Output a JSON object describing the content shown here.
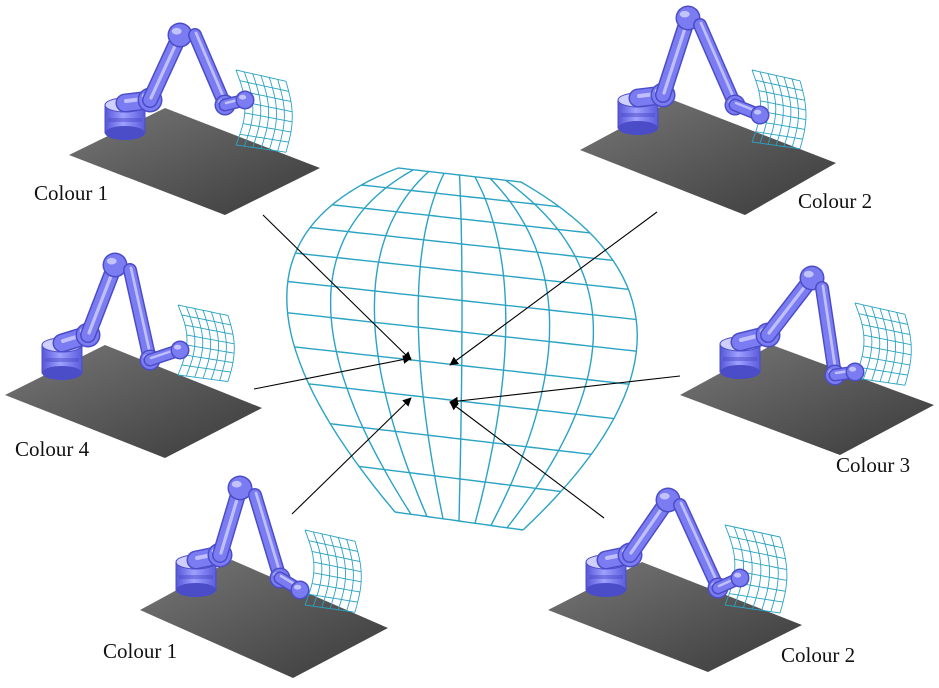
{
  "labels": {
    "top_left": "Colour 1",
    "top_right": "Colour 2",
    "mid_left": "Colour 4",
    "mid_right": "Colour 3",
    "bottom_left": "Colour 1",
    "bottom_right": "Colour 2"
  },
  "colors": {
    "robot_body": "#7b7cf2",
    "robot_highlight": "#cfd0ff",
    "robot_shadow": "#4b4cc8",
    "platform_light": "#7a7a7a",
    "platform_dark": "#3d3d3d",
    "mesh": "#2aa3c4",
    "arrow": "#000000"
  },
  "icons": [
    "robot-arm-icon",
    "calibration-mesh-icon",
    "arrow-icon"
  ]
}
